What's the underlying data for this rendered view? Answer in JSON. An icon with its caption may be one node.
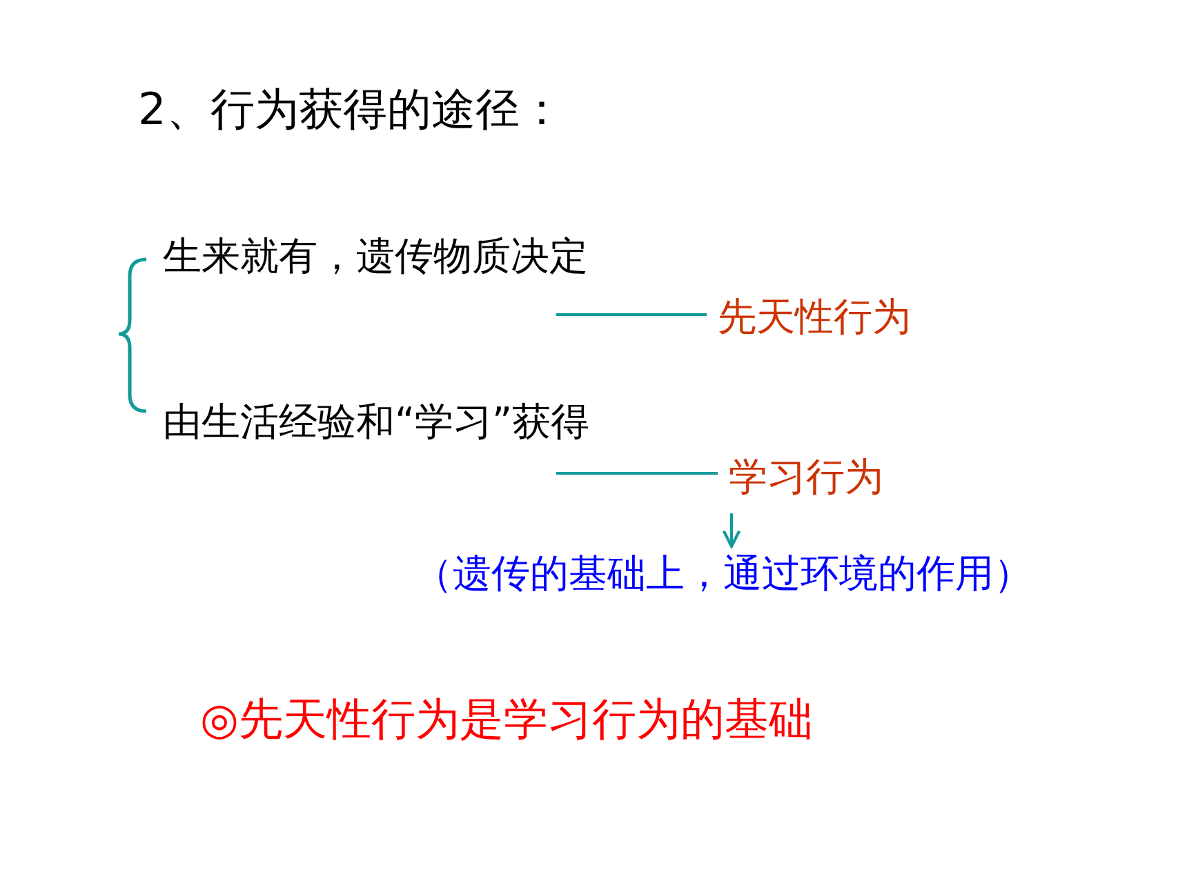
{
  "diagram": {
    "title": "2、行为获得的途径：",
    "nodes": [
      {
        "text": [
          "生来就有，遗传物质决定"
        ]
      },
      {
        "text": [
          "由生活经验和“学习”获得"
        ]
      },
      {
        "text": [
          "先天性行为"
        ]
      },
      {
        "text": [
          "学习行为"
        ]
      },
      {
        "text": [
          "（遗传的基础上，通过环境的作用）"
        ]
      }
    ],
    "edges": [
      {
        "from": 0,
        "to": 2,
        "arrow": "none"
      },
      {
        "from": 1,
        "to": 3,
        "arrow": "none"
      },
      {
        "from": 3,
        "to": 4,
        "arrow": "to"
      }
    ],
    "labels": [
      "◎先天性行为是学习行为的基础"
    ]
  }
}
